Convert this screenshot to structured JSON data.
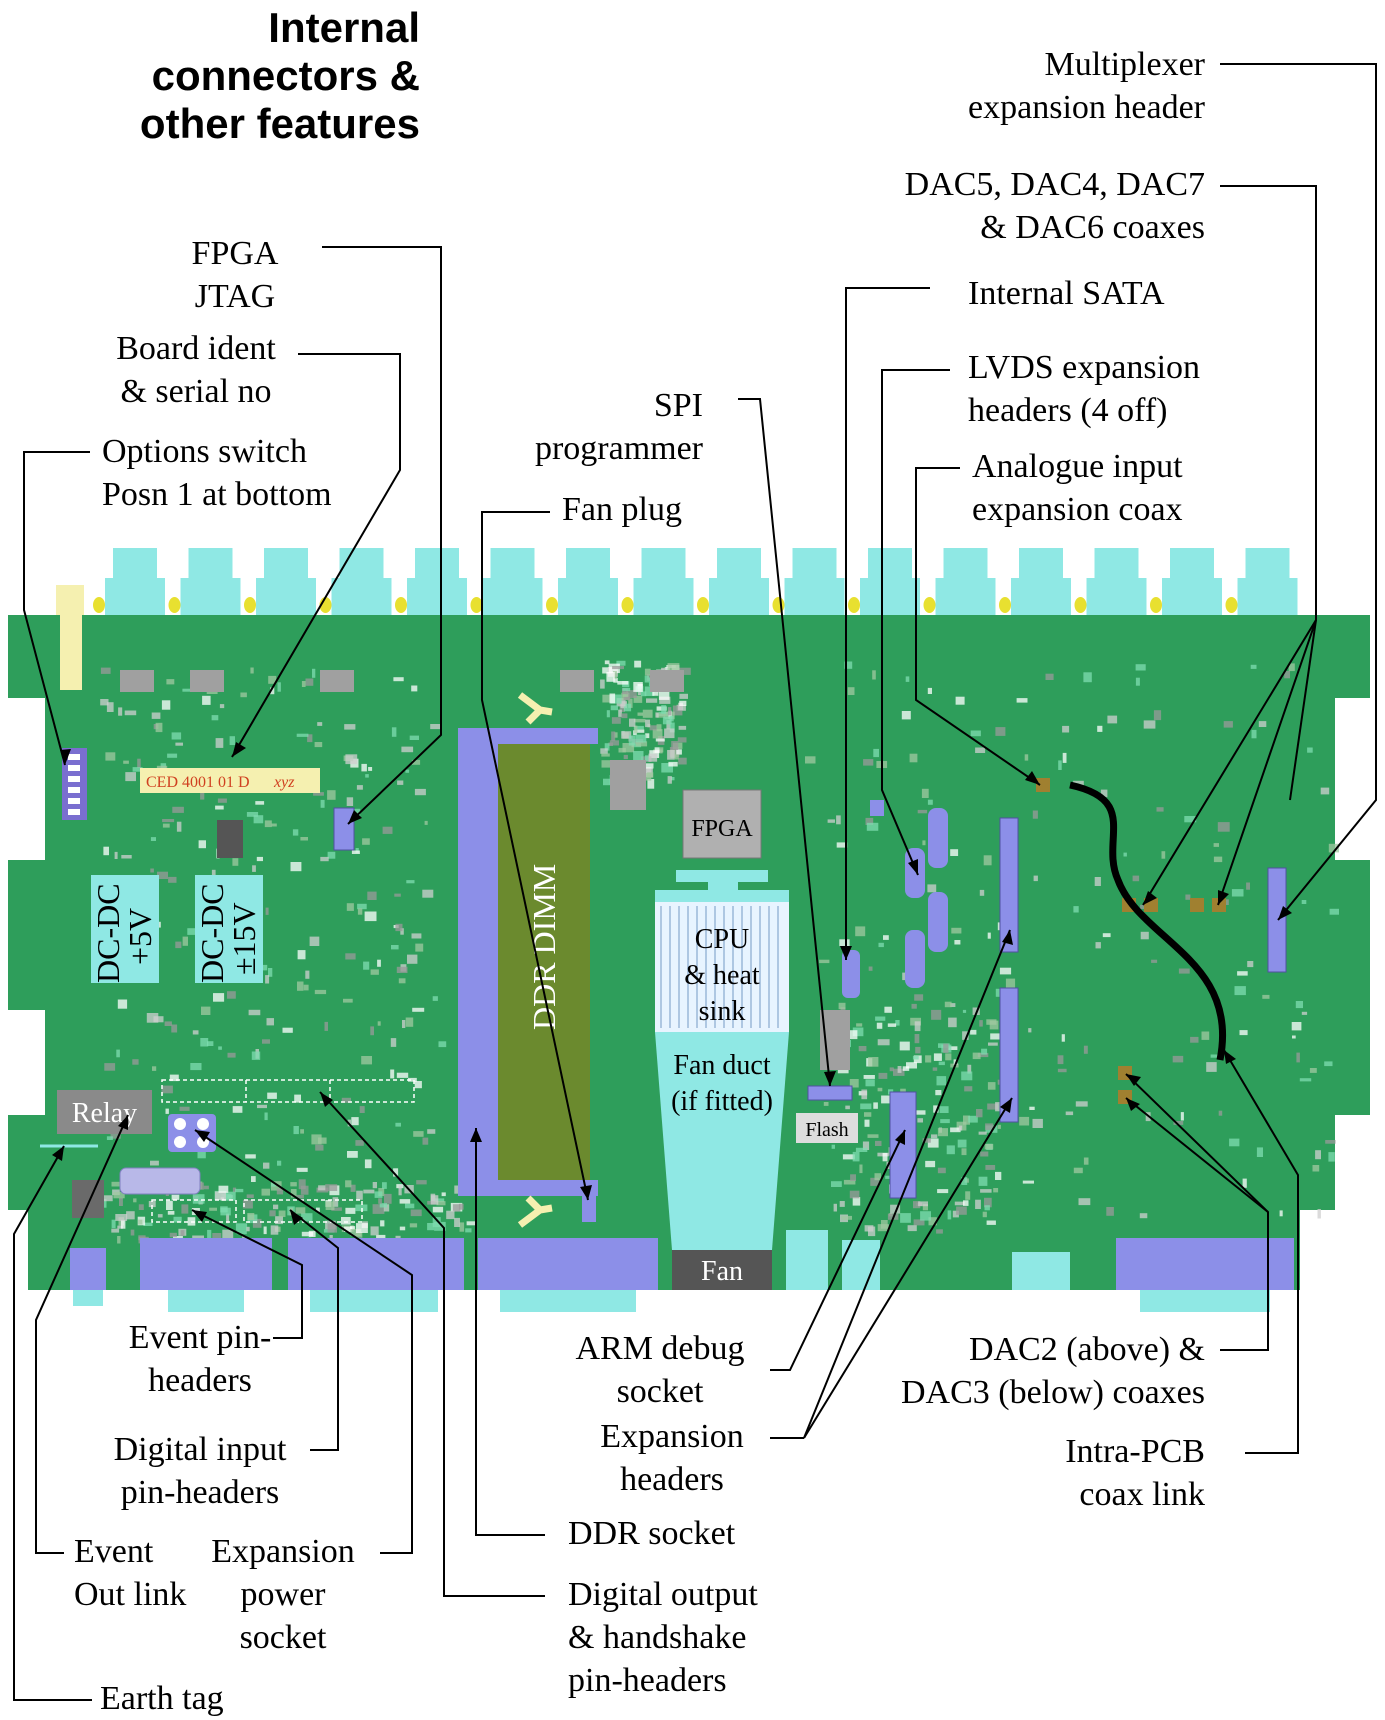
{
  "title": "Internal\nconnectors &\nother features",
  "board": {
    "ident_text": "CED 4001 01 D",
    "ident_suffix": "xyz",
    "dcdc5": [
      "DC-DC",
      "+5V"
    ],
    "dcdc15": [
      "DC-DC",
      "±15V"
    ],
    "relay": "Relay",
    "ddr_dimm": "DDR DIMM",
    "fpga": "FPGA",
    "cpu": "CPU\n& heat\nsink",
    "fan_duct": "Fan duct\n(if fitted)",
    "flash": "Flash",
    "fan": "Fan"
  },
  "labels": {
    "fpga_jtag": "FPGA\nJTAG",
    "board_ident": "Board ident\n& serial no",
    "options_switch": "Options switch\nPosn 1 at bottom",
    "spi_programmer": "SPI\nprogrammer",
    "fan_plug": "Fan plug",
    "multiplexer": "Multiplexer\nexpansion header",
    "dac5467": "DAC5, DAC4, DAC7\n& DAC6 coaxes",
    "internal_sata": "Internal SATA",
    "lvds": "LVDS expansion\nheaders (4 off)",
    "analogue_input": "Analogue input\nexpansion coax",
    "event_pin": "Event pin-\nheaders",
    "digital_input": "Digital input\npin-headers",
    "event_out": "Event\nOut link",
    "expansion_power": "Expansion\npower\nsocket",
    "earth_tag": "Earth tag",
    "arm_debug": "ARM debug\nsocket",
    "expansion_headers": "Expansion\nheaders",
    "ddr_socket": "DDR socket",
    "digital_output": "Digital output\n& handshake\npin-headers",
    "dac23": "DAC2 (above) &\nDAC3 (below) coaxes",
    "intra_pcb": "Intra-PCB\ncoax link"
  },
  "colors": {
    "pcb": "#2e9e5b",
    "connector": "#8fe8e4",
    "socket": "#8c8fe8",
    "dimm": "#6b8a2e",
    "chip": "#b0b0b0",
    "dark": "#555555"
  }
}
